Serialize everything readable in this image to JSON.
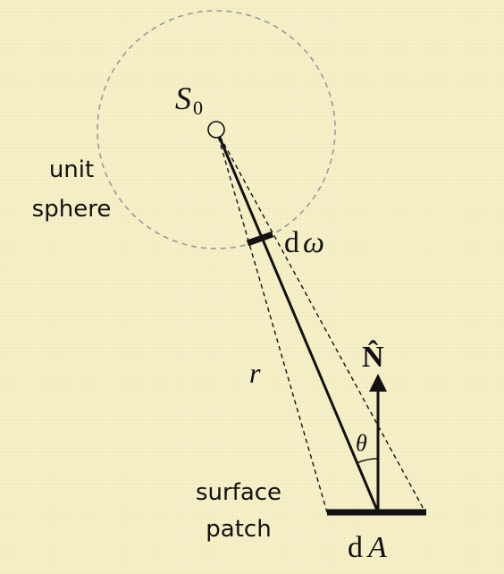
{
  "labels": {
    "source_main": "S",
    "source_sub": "0",
    "unit_sphere_line1": "unit",
    "unit_sphere_line2": "sphere",
    "solid_angle_d": "d",
    "solid_angle_omega": "ω",
    "distance": "r",
    "normal_vector": "N̂",
    "angle": "θ",
    "surface_patch_line1": "surface",
    "surface_patch_line2": "patch",
    "area_d": "d",
    "area_A": "A"
  },
  "colors": {
    "background": "#f6f0c8",
    "ink": "#111111",
    "sphere_outline": "#9a9a9a"
  }
}
